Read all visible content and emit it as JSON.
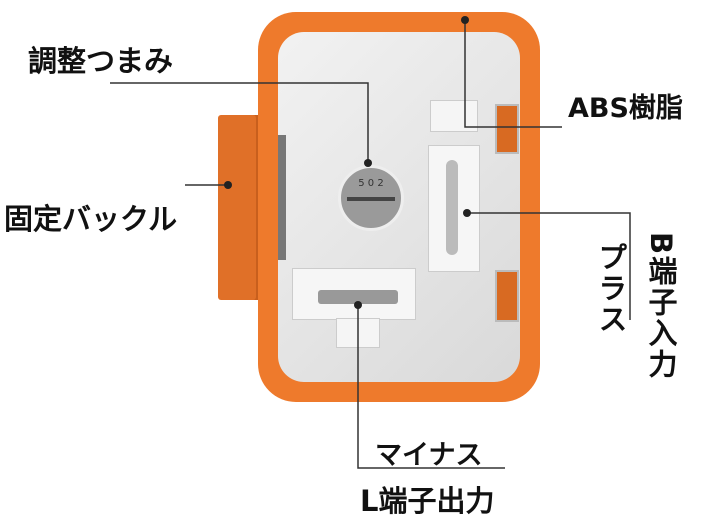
{
  "colors": {
    "housing": "#ee7a2c",
    "body": "#e4e4e4",
    "line": "#333333"
  },
  "labels": {
    "knob": "調整つまみ",
    "buckle": "固定バックル",
    "abs": "ABS樹脂",
    "b_plus": "プラス",
    "b_terminal": "B端子入力",
    "minus": "マイナス",
    "l_terminal": "L端子出力"
  },
  "knob_digits": "5 0 2"
}
